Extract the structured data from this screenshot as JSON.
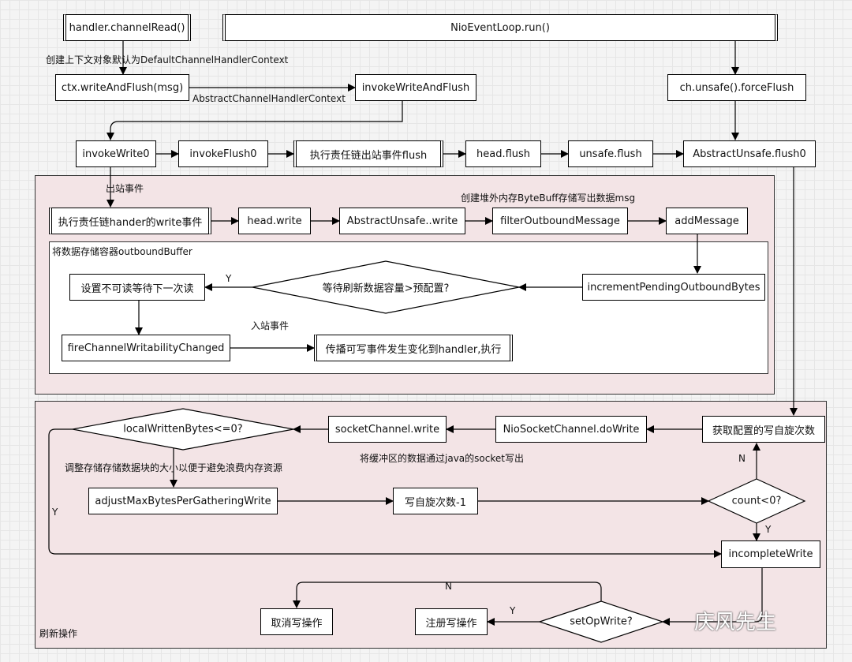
{
  "nodes": {
    "channelRead": "handler.channelRead()",
    "eventLoop": "NioEventLoop.run()",
    "writeAndFlush": "ctx.writeAndFlush(msg)",
    "invokeWriteAndFlush": "invokeWriteAndFlush",
    "forceFlush": "ch.unsafe().forceFlush",
    "invokeWrite0": "invokeWrite0",
    "invokeFlush0": "invokeFlush0",
    "chainFlush": "执行责任链出站事件flush",
    "headFlush": "head.flush",
    "unsafeFlush": "unsafe.flush",
    "unsafeFlush0": "AbstractUnsafe.flush0",
    "chainWrite": "执行责任链hander的write事件",
    "headWrite": "head.write",
    "unsafeWrite": "AbstractUnsafe..write",
    "filterOutbound": "filterOutboundMessage",
    "addMessage": "addMessage",
    "incrementPending": "incrementPendingOutboundBytes",
    "capacityCheck": "等待刷新数据容量>预配置?",
    "setUnwritable": "设置不可读等待下一次读",
    "fireWritability": "fireChannelWritabilityChanged",
    "propagate": "传播可写事件发生变化到handler,执行",
    "spinCount": "获取配置的写自旋次数",
    "doWrite": "NioSocketChannel.doWrite",
    "socketWrite": "socketChannel.write",
    "localWritten": "localWrittenBytes<=0?",
    "adjustMax": "adjustMaxBytesPerGatheringWrite",
    "spinMinus": "写自旋次数-1",
    "countCheck": "count<0?",
    "incompleteWrite": "incompleteWrite",
    "setOpWrite": "setOpWrite?",
    "registerWrite": "注册写操作",
    "cancelWrite": "取消写操作"
  },
  "labels": {
    "createCtx": "创建上下文对象默认为DefaultChannelHandlerContext",
    "abstractCtx": "AbstractChannelHandlerContext",
    "outboundEvent": "出站事件",
    "createBuf": "创建堆外内存ByteBuff存储写出数据msg",
    "outboundBuffer": "将数据存储容器outboundBuffer",
    "inboundEvent": "入站事件",
    "writeOut": "将缓冲区的数据通过java的socket写出",
    "adjustDesc": "调整存储存储数据块的大小以便于避免浪费内存资源",
    "flushOp": "刷新操作",
    "y1": "Y",
    "y2": "Y",
    "y3": "Y",
    "y4": "Y",
    "n1": "N",
    "n2": "N"
  },
  "watermark": "庆风先生"
}
